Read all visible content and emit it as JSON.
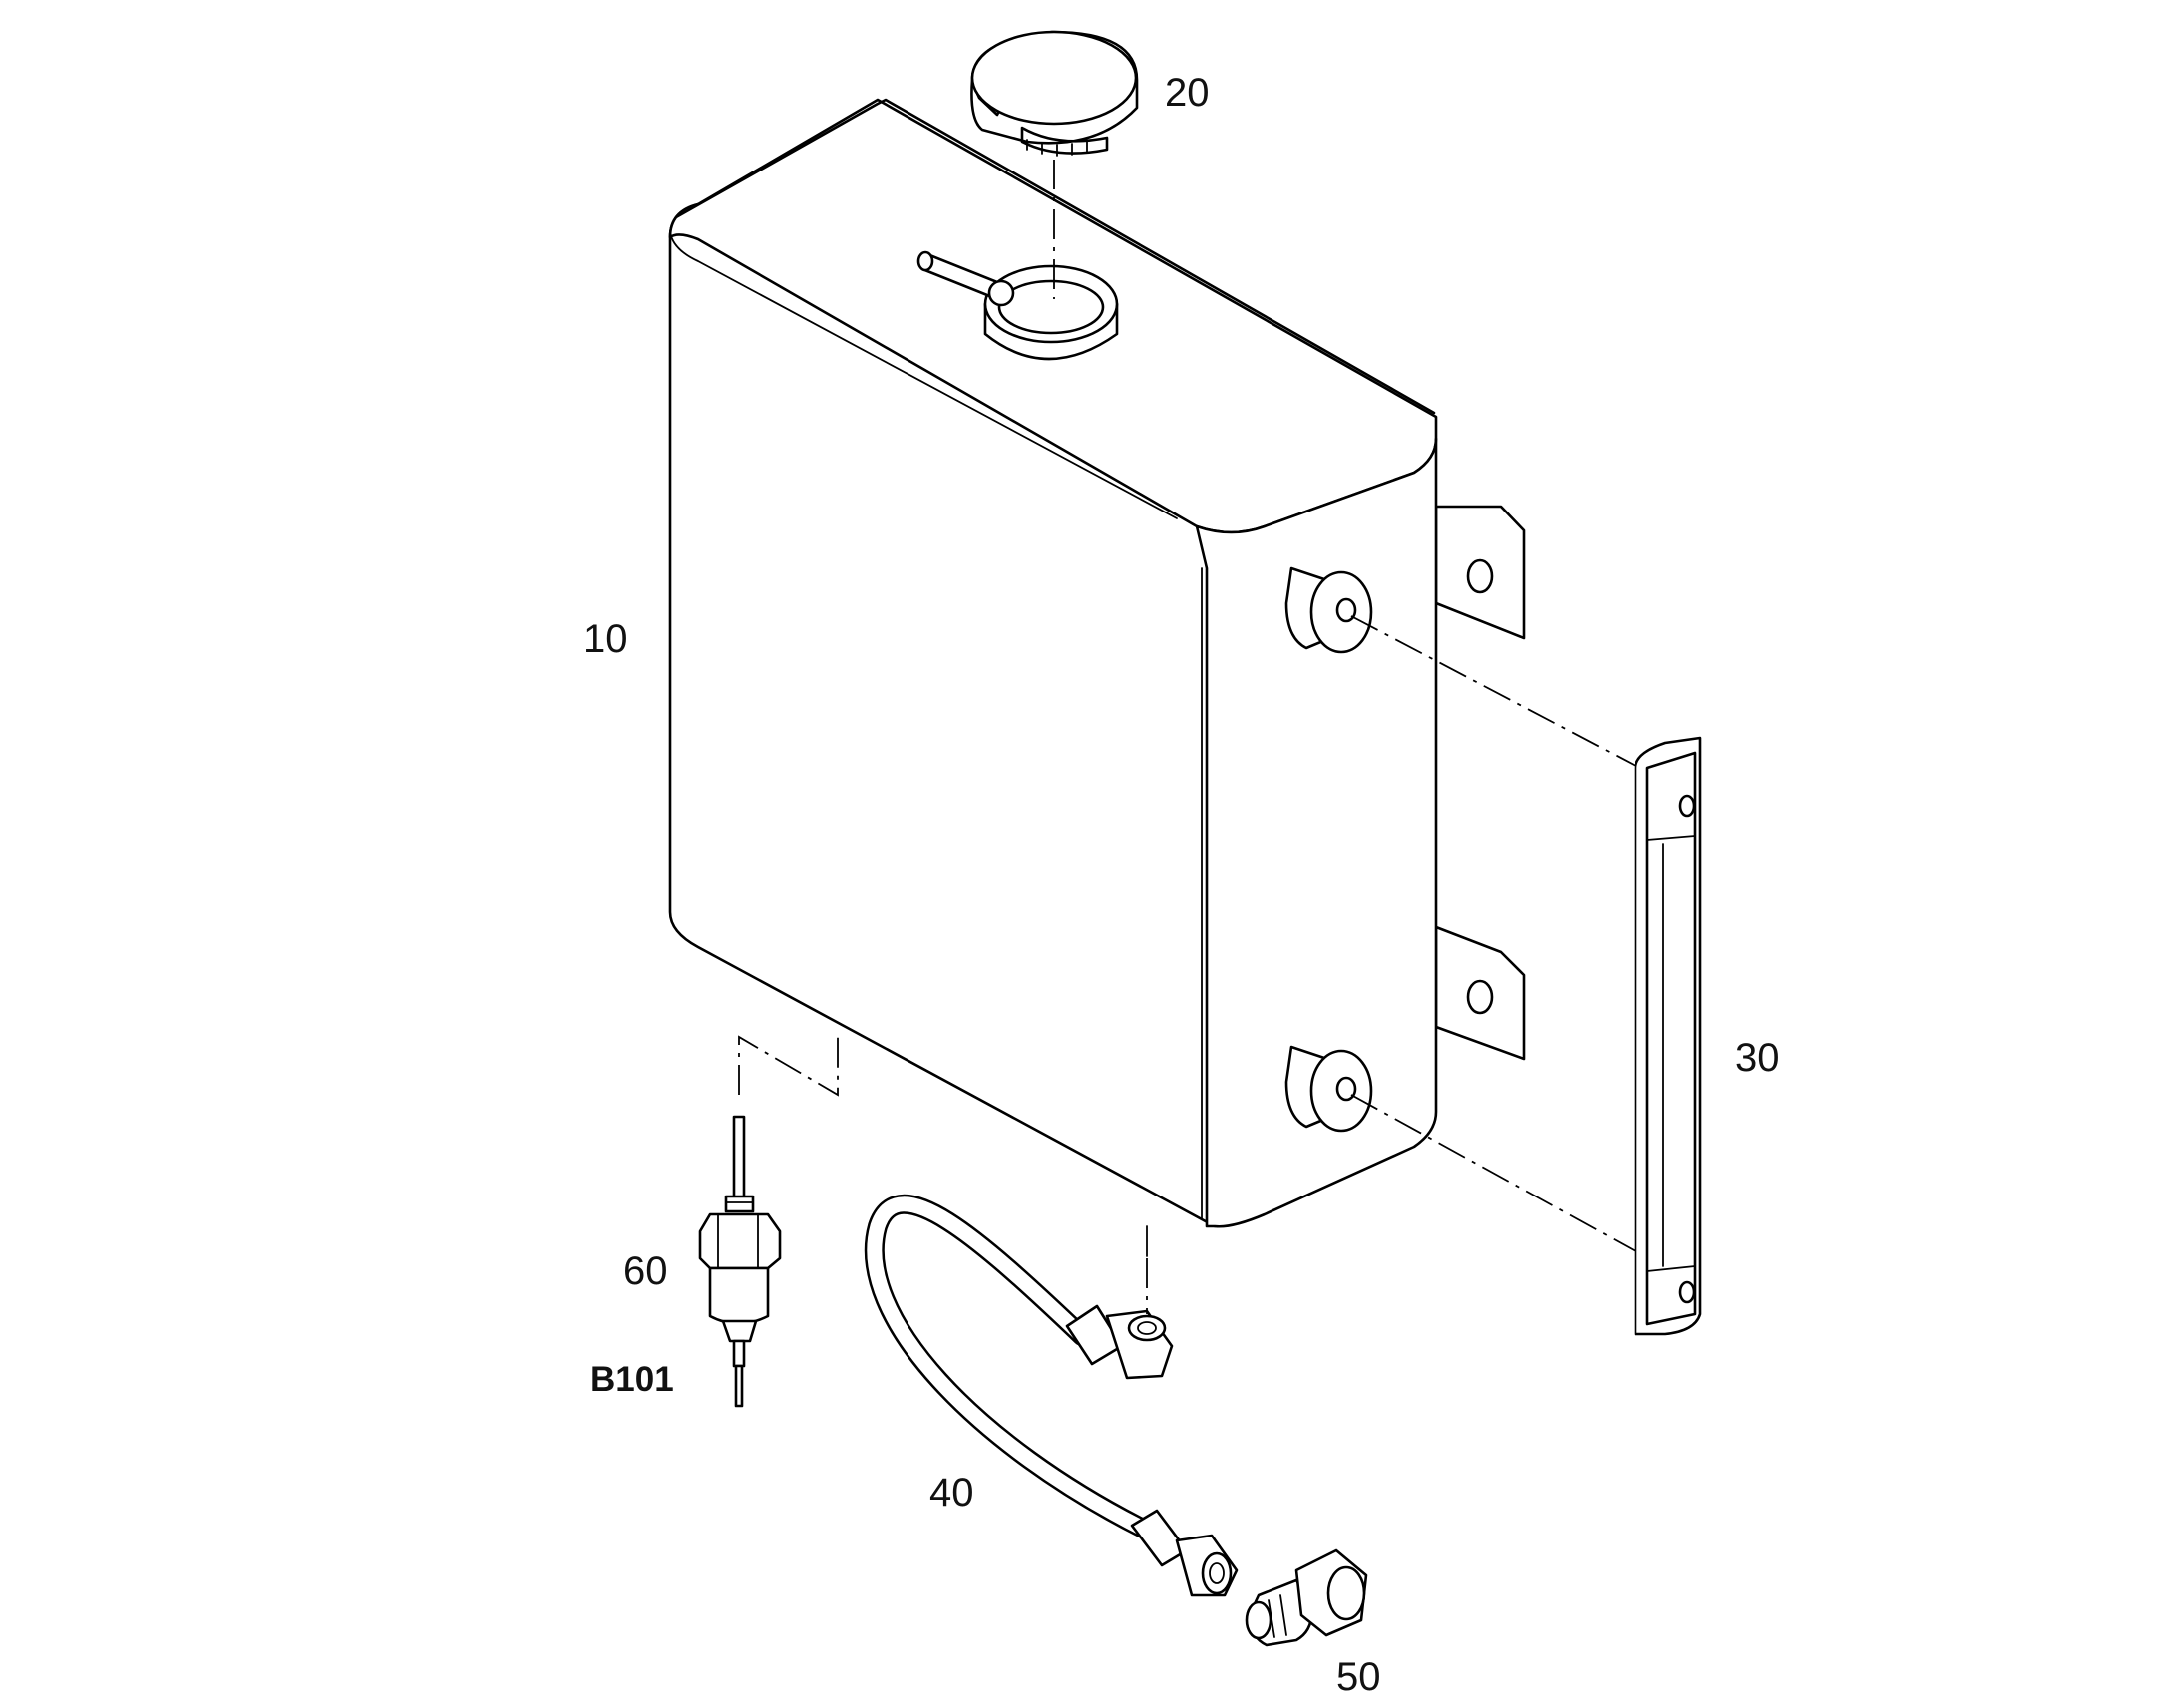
{
  "callouts": {
    "tank": "10",
    "cap": "20",
    "bracket": "30",
    "hose": "40",
    "elbow": "50",
    "sensor": "60",
    "sensor_code": "B101"
  },
  "colors": {
    "line": "#000000",
    "background": "#ffffff"
  }
}
